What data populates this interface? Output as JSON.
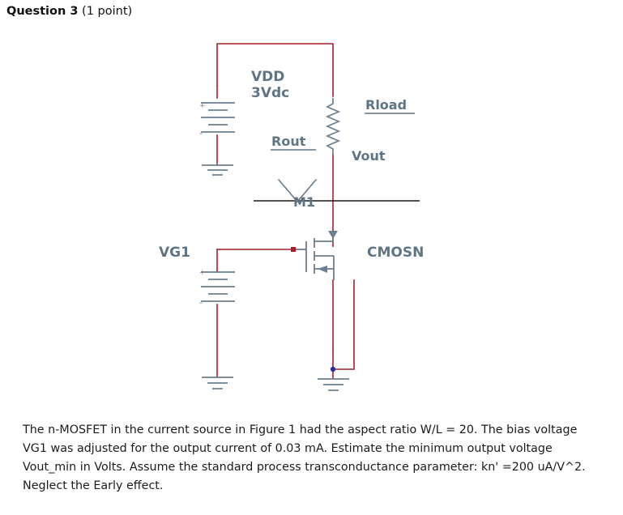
{
  "header": {
    "question_number": "Question 3",
    "points": "(1 point)"
  },
  "figure": {
    "labels": {
      "vdd": "VDD",
      "vdd_value": "3Vdc",
      "rload": "Rload",
      "rout": "Rout",
      "vout": "Vout",
      "m1": "M1",
      "cmosn": "CMOSN",
      "vg1": "VG1"
    },
    "colors": {
      "wire": "#a3212b",
      "component": "#6b7f91",
      "label_text": "#5e7585",
      "node_dot": "#2b2fa8"
    }
  },
  "body": {
    "paragraph": "The n-MOSFET in the current source in Figure 1 had the aspect ratio W/L = 20. The bias voltage VG1 was adjusted for the  output current of 0.03 mA.  Estimate the minimum output voltage Vout_min in Volts. Assume the standard process transconductance parameter: kn' =200 uA/V^2. Neglect the Early effect."
  }
}
